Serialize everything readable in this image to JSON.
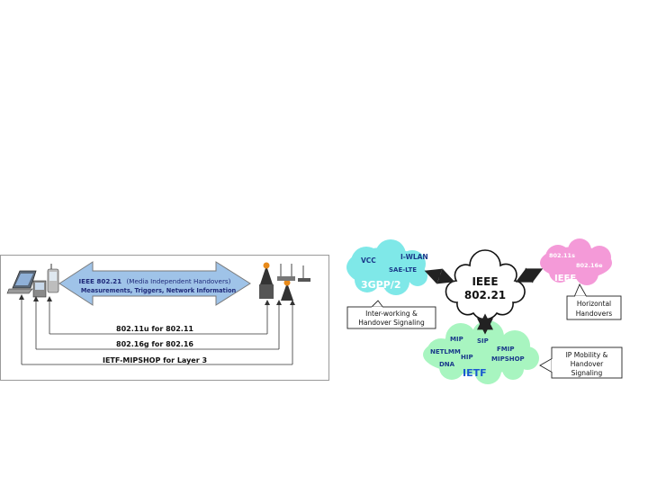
{
  "left_diagram": {
    "arrow_title_main": "IEEE 802.21",
    "arrow_title_sub": "(Media Independent Handovers)",
    "arrow_subtitle": "Measurements, Triggers, Network Information",
    "row1": "802.11u for 802.11",
    "row2": "802.16g for 802.16",
    "row3": "IETF-MIPSHOP for Layer 3"
  },
  "right_diagram": {
    "center_line1": "IEEE",
    "center_line2": "802.21",
    "gpp_cloud": {
      "vcc": "VCC",
      "iwlan": "I-WLAN",
      "sae": "SAE-LTE",
      "name": "3GPP/2"
    },
    "ieee_cloud": {
      "item1": "802.11s",
      "item2": "802.16e",
      "name": "IEEE"
    },
    "ietf_cloud": {
      "mip": "MIP",
      "sip": "SIP",
      "fmip": "FMIP",
      "netlmm": "NETLMM",
      "hip": "HIP",
      "mipshop": "MIPSHOP",
      "dna": "DNA",
      "name": "IETF"
    },
    "callout_interworking_1": "Inter-working &",
    "callout_interworking_2": "Handover Signaling",
    "callout_horizontal_1": "Horizontal",
    "callout_horizontal_2": "Handovers",
    "callout_ipmobility_1": "IP Mobility &",
    "callout_ipmobility_2": "Handover",
    "callout_ipmobility_3": "Signaling"
  },
  "colors": {
    "arrow_blue": "#9fc3e8",
    "gpp_cloud": "#7fe8e8",
    "ieee_cloud": "#f49ad8",
    "ietf_cloud": "#a8f5c0",
    "ietf_text": "#1a5ad0"
  }
}
